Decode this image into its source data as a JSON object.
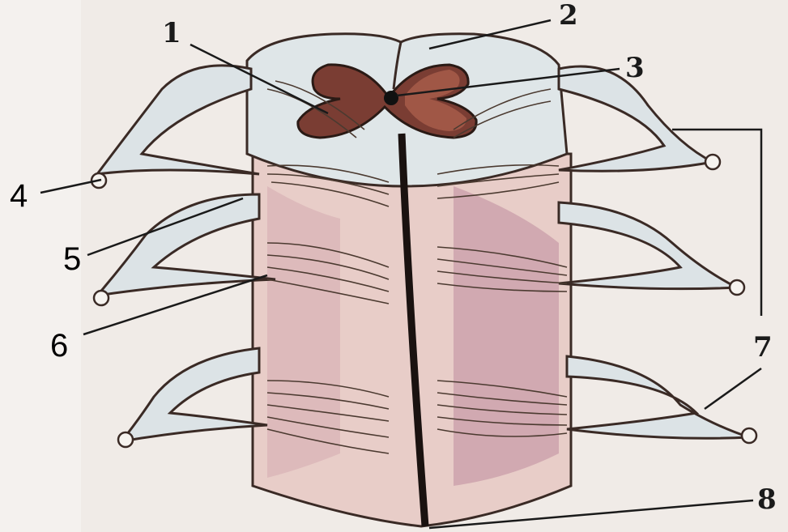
{
  "labels": {
    "l1": "1",
    "l2": "2",
    "l3": "3",
    "l4": "4",
    "l5": "5",
    "l6": "6",
    "l7": "7",
    "l8": "8"
  },
  "colors": {
    "paper": "#f3f0ec",
    "cord": "#e9cfc9",
    "cord_shade": "#c99aa3",
    "white_matter": "#dfe6e8",
    "gray_matter": "#7a3d33",
    "gray_matter_light": "#a8574a",
    "outline": "#3a2a25",
    "fiber": "#4b3a30"
  }
}
